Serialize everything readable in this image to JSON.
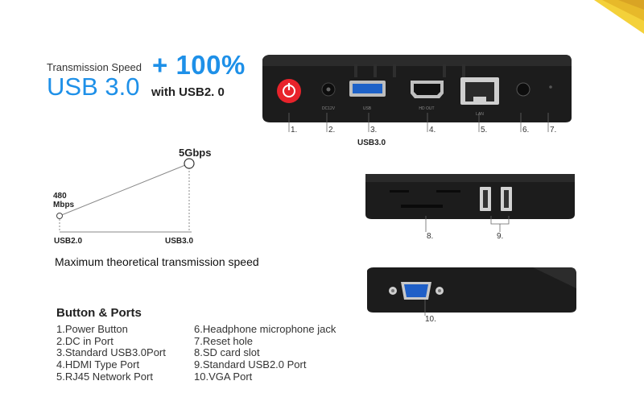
{
  "header": {
    "transmission_label": "Transmission Speed",
    "plus_value": "+ 100%",
    "usb3_title": "USB 3.0",
    "with_label": "with",
    "usb2_label": "USB2. 0"
  },
  "speed_chart": {
    "top_label": "5Gbps",
    "left_label_line1": "480",
    "left_label_line2": "Mbps",
    "x_start_label": "USB2.0",
    "x_end_label": "USB3.0",
    "caption": "Maximum theoretical transmission speed"
  },
  "rear_panel": {
    "port_texts": [
      "DC12V",
      "USB",
      "HD OUT",
      "LAN"
    ],
    "callouts": [
      "1.",
      "2.",
      "3.",
      "4.",
      "5.",
      "6.",
      "7."
    ],
    "usb_callout_label": "USB3.0"
  },
  "side_panel": {
    "callouts": [
      "8.",
      "9."
    ]
  },
  "vga_panel": {
    "callouts": [
      "10."
    ]
  },
  "ports_section": {
    "title": "Button & Ports",
    "items_col1": [
      "1.Power Button",
      "2.DC in Port",
      "3.Standard USB3.0Port",
      "4.HDMI Type Port",
      "5.RJ45 Network Port"
    ],
    "items_col2": [
      "6.Headphone microphone jack",
      "7.Reset hole",
      "8.SD card slot",
      "9.Standard USB2.0 Port",
      "10.VGA Port"
    ]
  },
  "colors": {
    "accent": "#1e90e8",
    "power_red": "#e8232b",
    "device_black": "#1a1a1a"
  }
}
